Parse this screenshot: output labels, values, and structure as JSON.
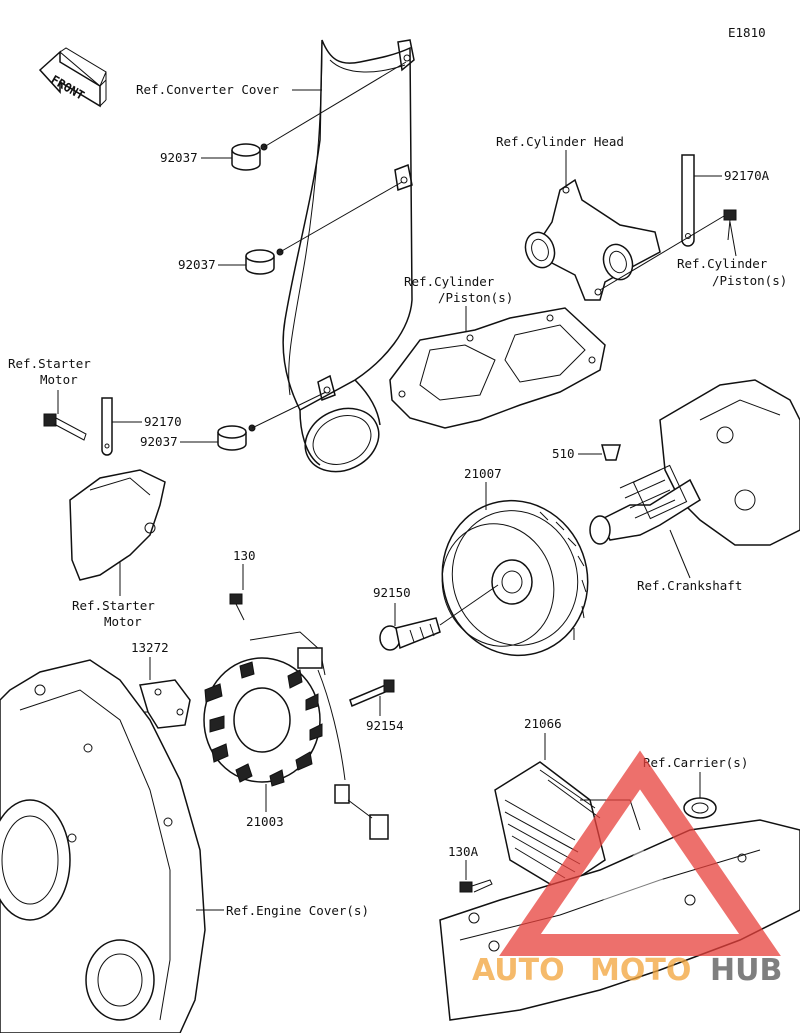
{
  "diagram_code": "E1810",
  "front_label": "FRONT",
  "labels": {
    "converter_cover": "Ref.Converter Cover",
    "cylinder_head": "Ref.Cylinder Head",
    "cylinder_piston_1": "Ref.Cylinder",
    "cylinder_piston_1b": "/Piston(s)",
    "cylinder_piston_2": "Ref.Cylinder",
    "cylinder_piston_2b": "/Piston(s)",
    "starter_motor_1": "Ref.Starter",
    "starter_motor_1b": "Motor",
    "starter_motor_2": "Ref.Starter",
    "starter_motor_2b": "Motor",
    "crankshaft": "Ref.Crankshaft",
    "carrier": "Ref.Carrier(s)",
    "engine_cover": "Ref.Engine Cover(s)"
  },
  "parts": {
    "p92037_a": "92037",
    "p92037_b": "92037",
    "p92037_c": "92037",
    "p92170A": "92170A",
    "p92170": "92170",
    "p510": "510",
    "p21007": "21007",
    "p130": "130",
    "p92150": "92150",
    "p13272": "13272",
    "p92154": "92154",
    "p21003": "21003",
    "p21066": "21066",
    "p130A": "130A"
  },
  "watermark": {
    "part1": "AUTO",
    "part2": "MOTO",
    "part3": "HUB",
    "color_primary": "#f2a43a",
    "color_accent": "#e8413c"
  }
}
